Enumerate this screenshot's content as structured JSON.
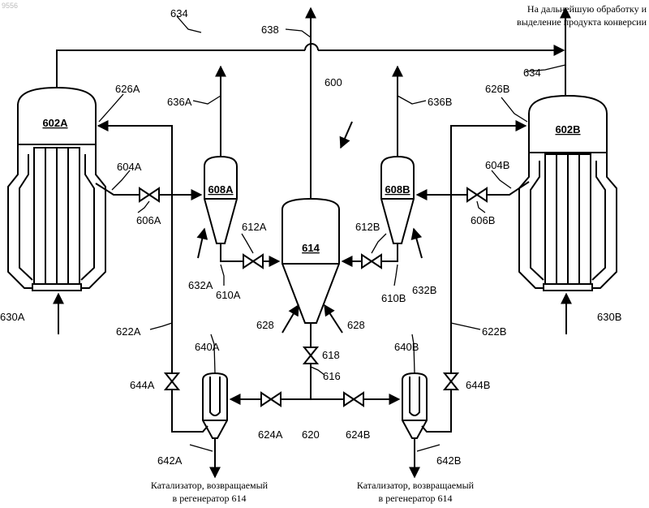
{
  "watermark": "9556",
  "system_ref": "600",
  "top_note": {
    "line1": "На дальнейшую обработку и",
    "line2": "выделение продукта конверсии"
  },
  "bottom_note_left": {
    "line1": "Катализатор, возвращаемый",
    "line2": "в регенератор 614"
  },
  "bottom_note_right": {
    "line1": "Катализатор, возвращаемый",
    "line2": "в регенератор 614"
  },
  "vessels": {
    "reactor_a": "602A",
    "reactor_b": "602B",
    "separator_a": "608A",
    "separator_b": "608B",
    "regenerator": "614",
    "cyclone_a": "640A",
    "cyclone_b": "640B"
  },
  "streams": {
    "l634_top": "634",
    "l634_right": "634",
    "l638": "638",
    "l636a": "636A",
    "l636b": "636B",
    "l626a": "626A",
    "l626b": "626B",
    "l604a": "604A",
    "l604b": "604B",
    "l606a": "606A",
    "l606b": "606B",
    "l612a": "612A",
    "l612b": "612B",
    "l632a": "632A",
    "l632b": "632B",
    "l610a": "610A",
    "l610b": "610B",
    "l630a": "630A",
    "l630b": "630B",
    "l622a": "622A",
    "l622b": "622B",
    "l628a": "628",
    "l628b": "628",
    "l618": "618",
    "l616": "616",
    "l644a": "644A",
    "l644b": "644B",
    "l624a": "624A",
    "l624b": "624B",
    "l620": "620",
    "l642a": "642A",
    "l642b": "642B"
  }
}
